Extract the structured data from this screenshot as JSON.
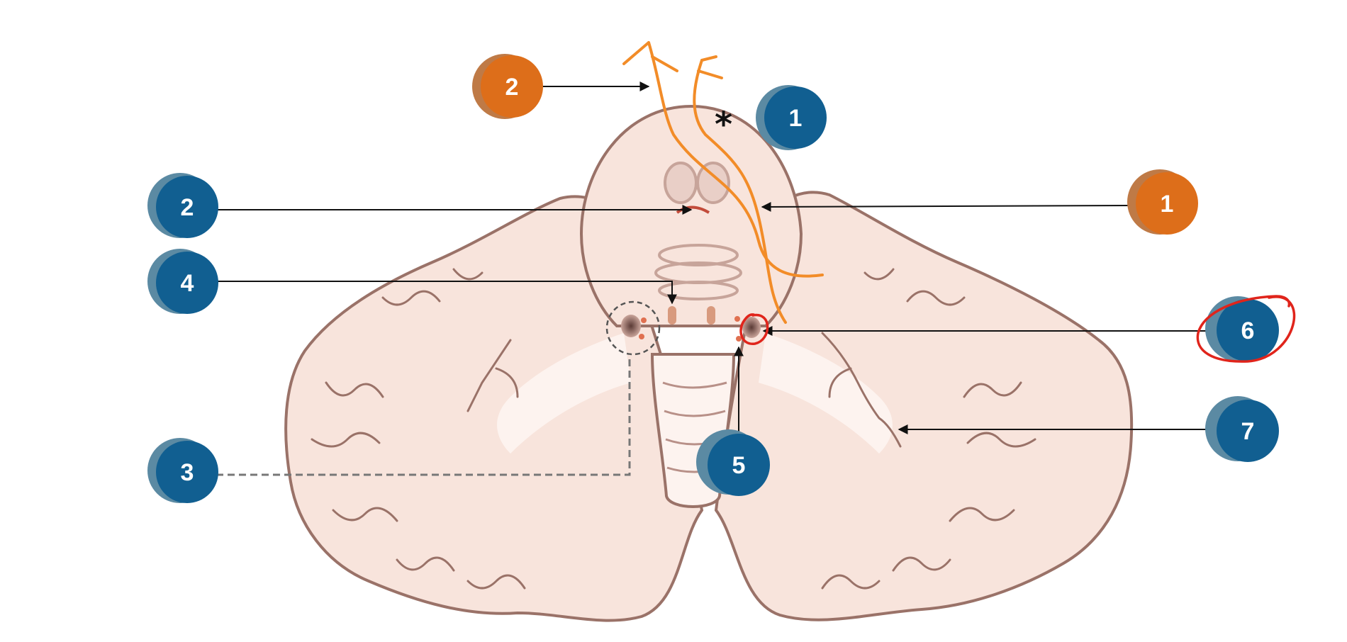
{
  "colors": {
    "tissue_fill": "#f8e4dc",
    "tissue_outline": "#9a7268",
    "white_matter": "#fdf3ef",
    "nerve_orange": "#f28c28",
    "blue_marker": "#115f91",
    "blue_marker_shadow": "#5b8aa3",
    "orange_marker": "#dd6e1a",
    "orange_marker_shadow": "#bf7a46",
    "annotation_red": "#e0241b",
    "leader_line": "#111111",
    "dashed_leader": "#777777"
  },
  "asterisk": "*",
  "blue_markers": [
    {
      "id": "b1",
      "label": "1"
    },
    {
      "id": "b2",
      "label": "2"
    },
    {
      "id": "b3",
      "label": "3"
    },
    {
      "id": "b4",
      "label": "4"
    },
    {
      "id": "b5",
      "label": "5"
    },
    {
      "id": "b6",
      "label": "6"
    },
    {
      "id": "b7",
      "label": "7"
    }
  ],
  "orange_markers": [
    {
      "id": "o1",
      "label": "1"
    },
    {
      "id": "o2",
      "label": "2"
    }
  ],
  "annotations": {
    "marker_6_circled_in_red": true,
    "target_6_circled_in_red": true
  }
}
